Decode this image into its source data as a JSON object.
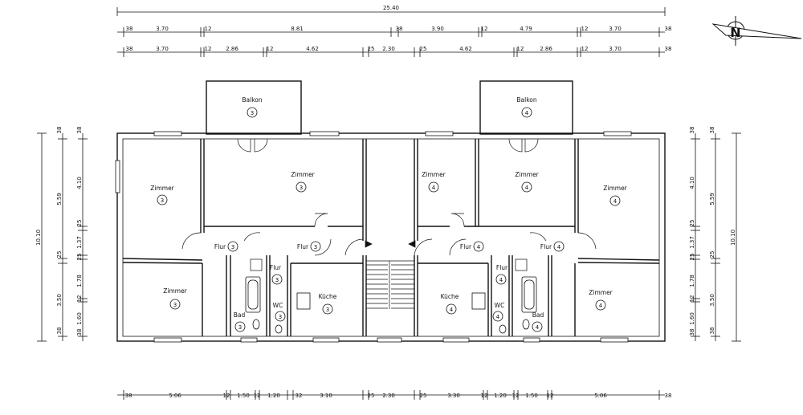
{
  "dimensions": {
    "overall": "25.40",
    "row1": [
      "38",
      "3.70",
      "12",
      "8.81",
      "38",
      "3.90",
      "12",
      "4.79",
      "12",
      "3.70",
      "38"
    ],
    "row2": [
      "38",
      "3.70",
      "12",
      "2.86",
      "12",
      "4.62",
      "25",
      "2.30",
      "25",
      "4.62",
      "12",
      "2.86",
      "12",
      "3.70",
      "38"
    ],
    "bottom": [
      "38",
      "5.06",
      "12",
      "1.50",
      "12",
      "1.20",
      "32",
      "3.10",
      "25",
      "2.30",
      "25",
      "3.30",
      "12",
      "1.20",
      "12",
      "1.50",
      "12",
      "5.06",
      "38"
    ],
    "left_total": "10.10",
    "left_a": [
      "38",
      "5.59",
      "25",
      "3.50",
      "38"
    ],
    "left_b": [
      "38",
      "4.10",
      "25",
      "1.37",
      "25",
      "1.78",
      "12",
      "1.60",
      "38"
    ],
    "right_total": "10.10",
    "right_a": [
      "38",
      "5.59",
      "25",
      "3.50",
      "38"
    ],
    "right_b": [
      "38",
      "4.10",
      "25",
      "1.37",
      "25",
      "1.78",
      "12",
      "1.60",
      "38"
    ]
  },
  "rooms": {
    "balkon": "Balkon",
    "zimmer": "Zimmer",
    "flur": "Flur",
    "kueche": "Küche",
    "bad": "Bad",
    "wc": "WC"
  },
  "units": {
    "left": "3",
    "right": "4"
  },
  "north_label": "N"
}
